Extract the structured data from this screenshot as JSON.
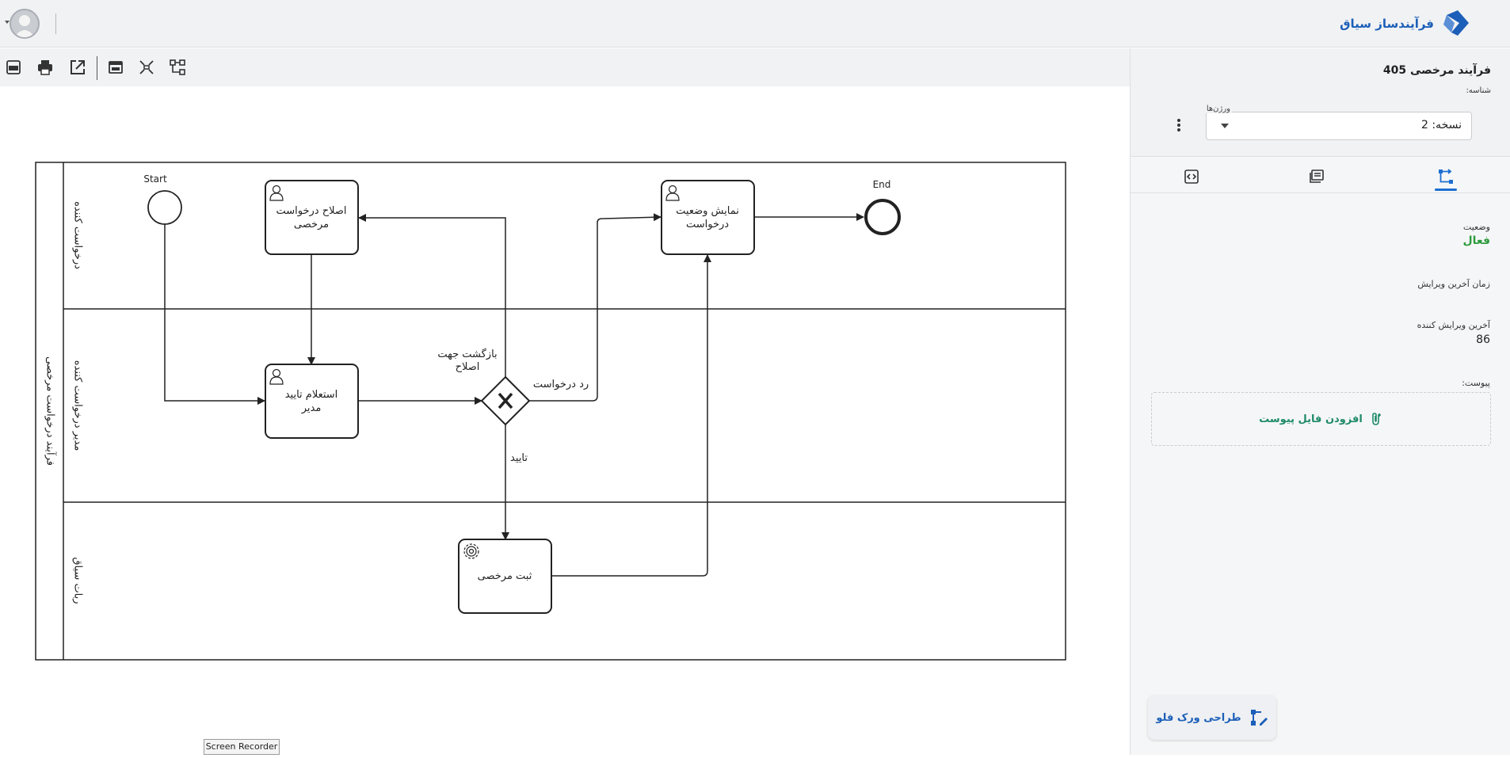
{
  "brand": {
    "name": "فرآیندساز سیاق"
  },
  "process": {
    "title": "فرآیند مرخصی 405",
    "identifier_label": "شناسه:",
    "versions_label": "ورژن‌ها",
    "version_value": "نسخه: 2"
  },
  "properties": {
    "status_label": "وضعیت",
    "status_value": "فعال",
    "last_edit_time_label": "زمان آخرین ویرایش",
    "last_editor_label": "آخرین ویرایش کننده",
    "last_editor_value": "86",
    "attachment_label": "پیوست:",
    "add_attachment": "افزودن فایل پیوست"
  },
  "design_workflow": "طراحی ورک فلو",
  "screen_recorder": "Screen Recorder",
  "diagram": {
    "pool": "فرآیند درخواست مرخصی",
    "lanes": [
      "درخواست کننده",
      "مدیر درخواست کننده",
      "ربات سیاق"
    ],
    "start_label": "Start",
    "end_label": "End",
    "tasks": {
      "fix_request": [
        "اصلاح درخواست",
        "مرخصی"
      ],
      "show_status": [
        "نمایش وضعیت",
        "درخواست"
      ],
      "manager_approval": [
        "استعلام تایید",
        "مدیر"
      ],
      "register_leave": [
        "ثبت مرخصی"
      ]
    },
    "flows": {
      "back_to_fix": [
        "بازگشت جهت",
        "اصلاح"
      ],
      "reject": "رد درخواست",
      "approve": "تایید"
    }
  },
  "colors": {
    "accent": "#1c6fd1",
    "brand": "#1c5fb8",
    "status_active": "#2e9b3e",
    "attach": "#1f8a6a"
  }
}
